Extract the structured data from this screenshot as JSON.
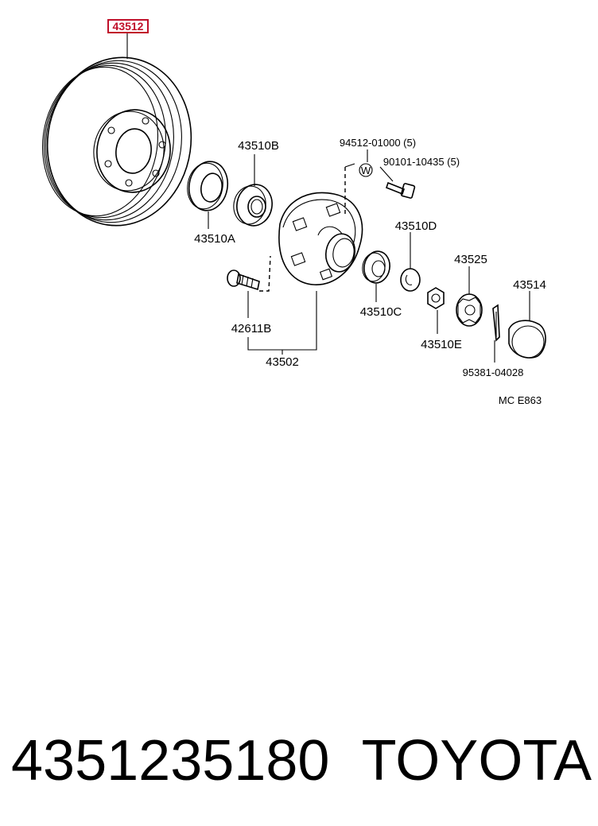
{
  "diagram": {
    "highlighted_part": "43512",
    "labels": {
      "hub_bolt_washer": "94512-01000 (5)",
      "hub_bolt": "90101-10435 (5)",
      "outer_bearing_b": "43510B",
      "seal_a": "43510A",
      "bearing_d": "43510D",
      "lock_nut_cap": "43525",
      "grease_cap": "43514",
      "stud_bolt": "42611B",
      "inner_bearing_c": "43510C",
      "nut_e": "43510E",
      "cotter_pin": "95381-04028",
      "hub_assembly": "43502",
      "diagram_code": "MC  E863"
    },
    "washer_mark": "W"
  },
  "caption": {
    "part_number": "4351235180",
    "brand": "TOYOTA"
  }
}
